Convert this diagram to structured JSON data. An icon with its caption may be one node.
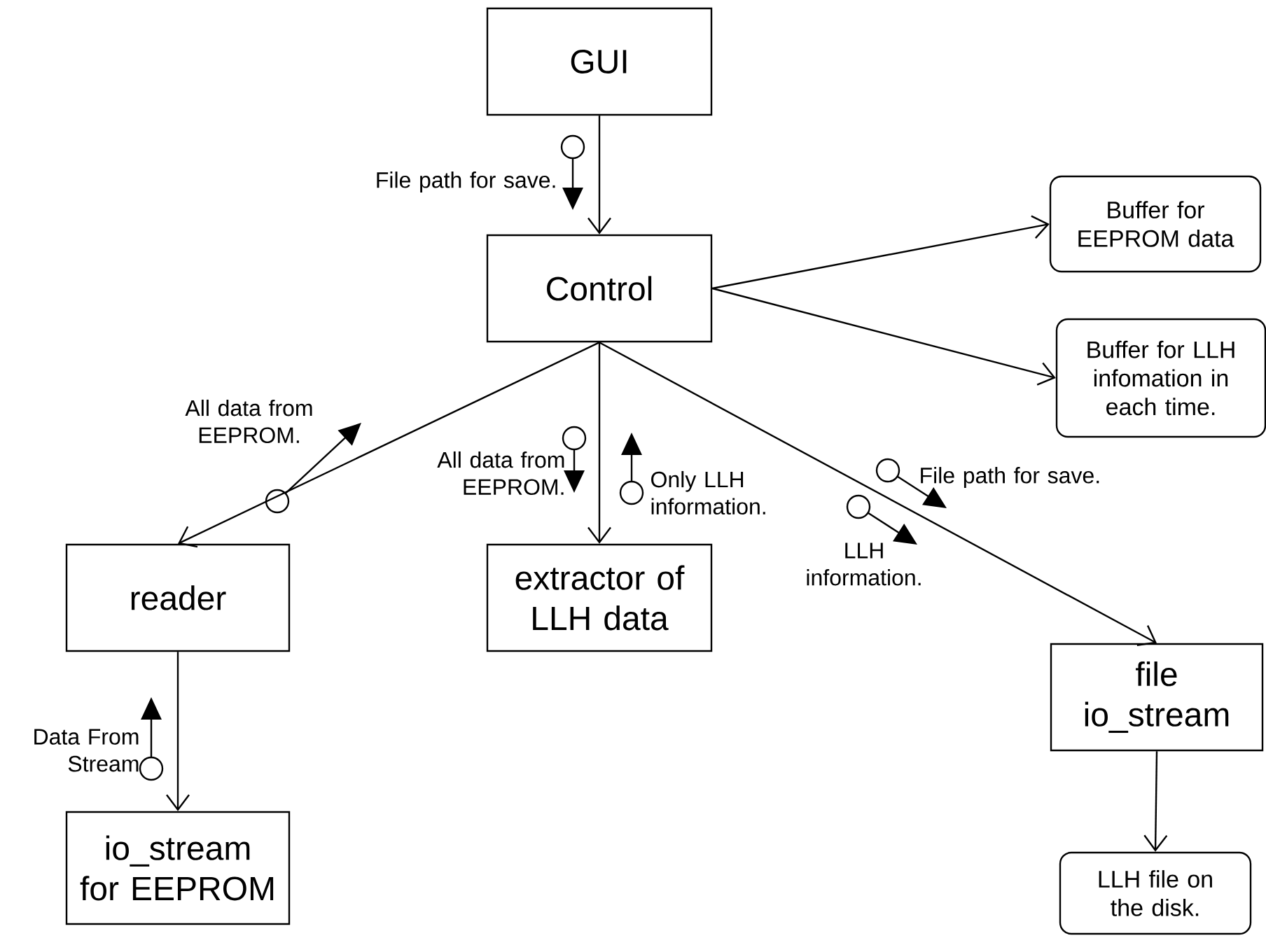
{
  "diagram": {
    "nodes": [
      {
        "text": [
          "GUI"
        ]
      },
      {
        "text": [
          "Control"
        ]
      },
      {
        "text": [
          "Buffer for EEPROM data"
        ]
      },
      {
        "text": [
          "Buffer for LLH infomation in each time."
        ]
      },
      {
        "text": [
          "reader"
        ]
      },
      {
        "text": [
          "extractor of LLH data"
        ]
      },
      {
        "text": [
          "file io_stream"
        ]
      },
      {
        "text": [
          "io_stream for EEPROM"
        ]
      },
      {
        "text": [
          "LLH file on the disk."
        ]
      }
    ],
    "edges": [
      {
        "from": 0,
        "to": 1,
        "arrow": "to"
      },
      {
        "from": 1,
        "to": 2,
        "arrow": "to"
      },
      {
        "from": 1,
        "to": 3,
        "arrow": "to"
      },
      {
        "from": 1,
        "to": 4,
        "arrow": "to"
      },
      {
        "from": 1,
        "to": 5,
        "arrow": "to"
      },
      {
        "from": 1,
        "to": 6,
        "arrow": "to"
      },
      {
        "from": 4,
        "to": 7,
        "arrow": "to"
      },
      {
        "from": 6,
        "to": 8,
        "arrow": "to"
      }
    ],
    "labels": [
      "File path for save.",
      "All data from EEPROM.",
      "All data from EEPROM.",
      "Only LLH information.",
      "File path for save.",
      "LLH information.",
      "Data From Stream"
    ]
  }
}
